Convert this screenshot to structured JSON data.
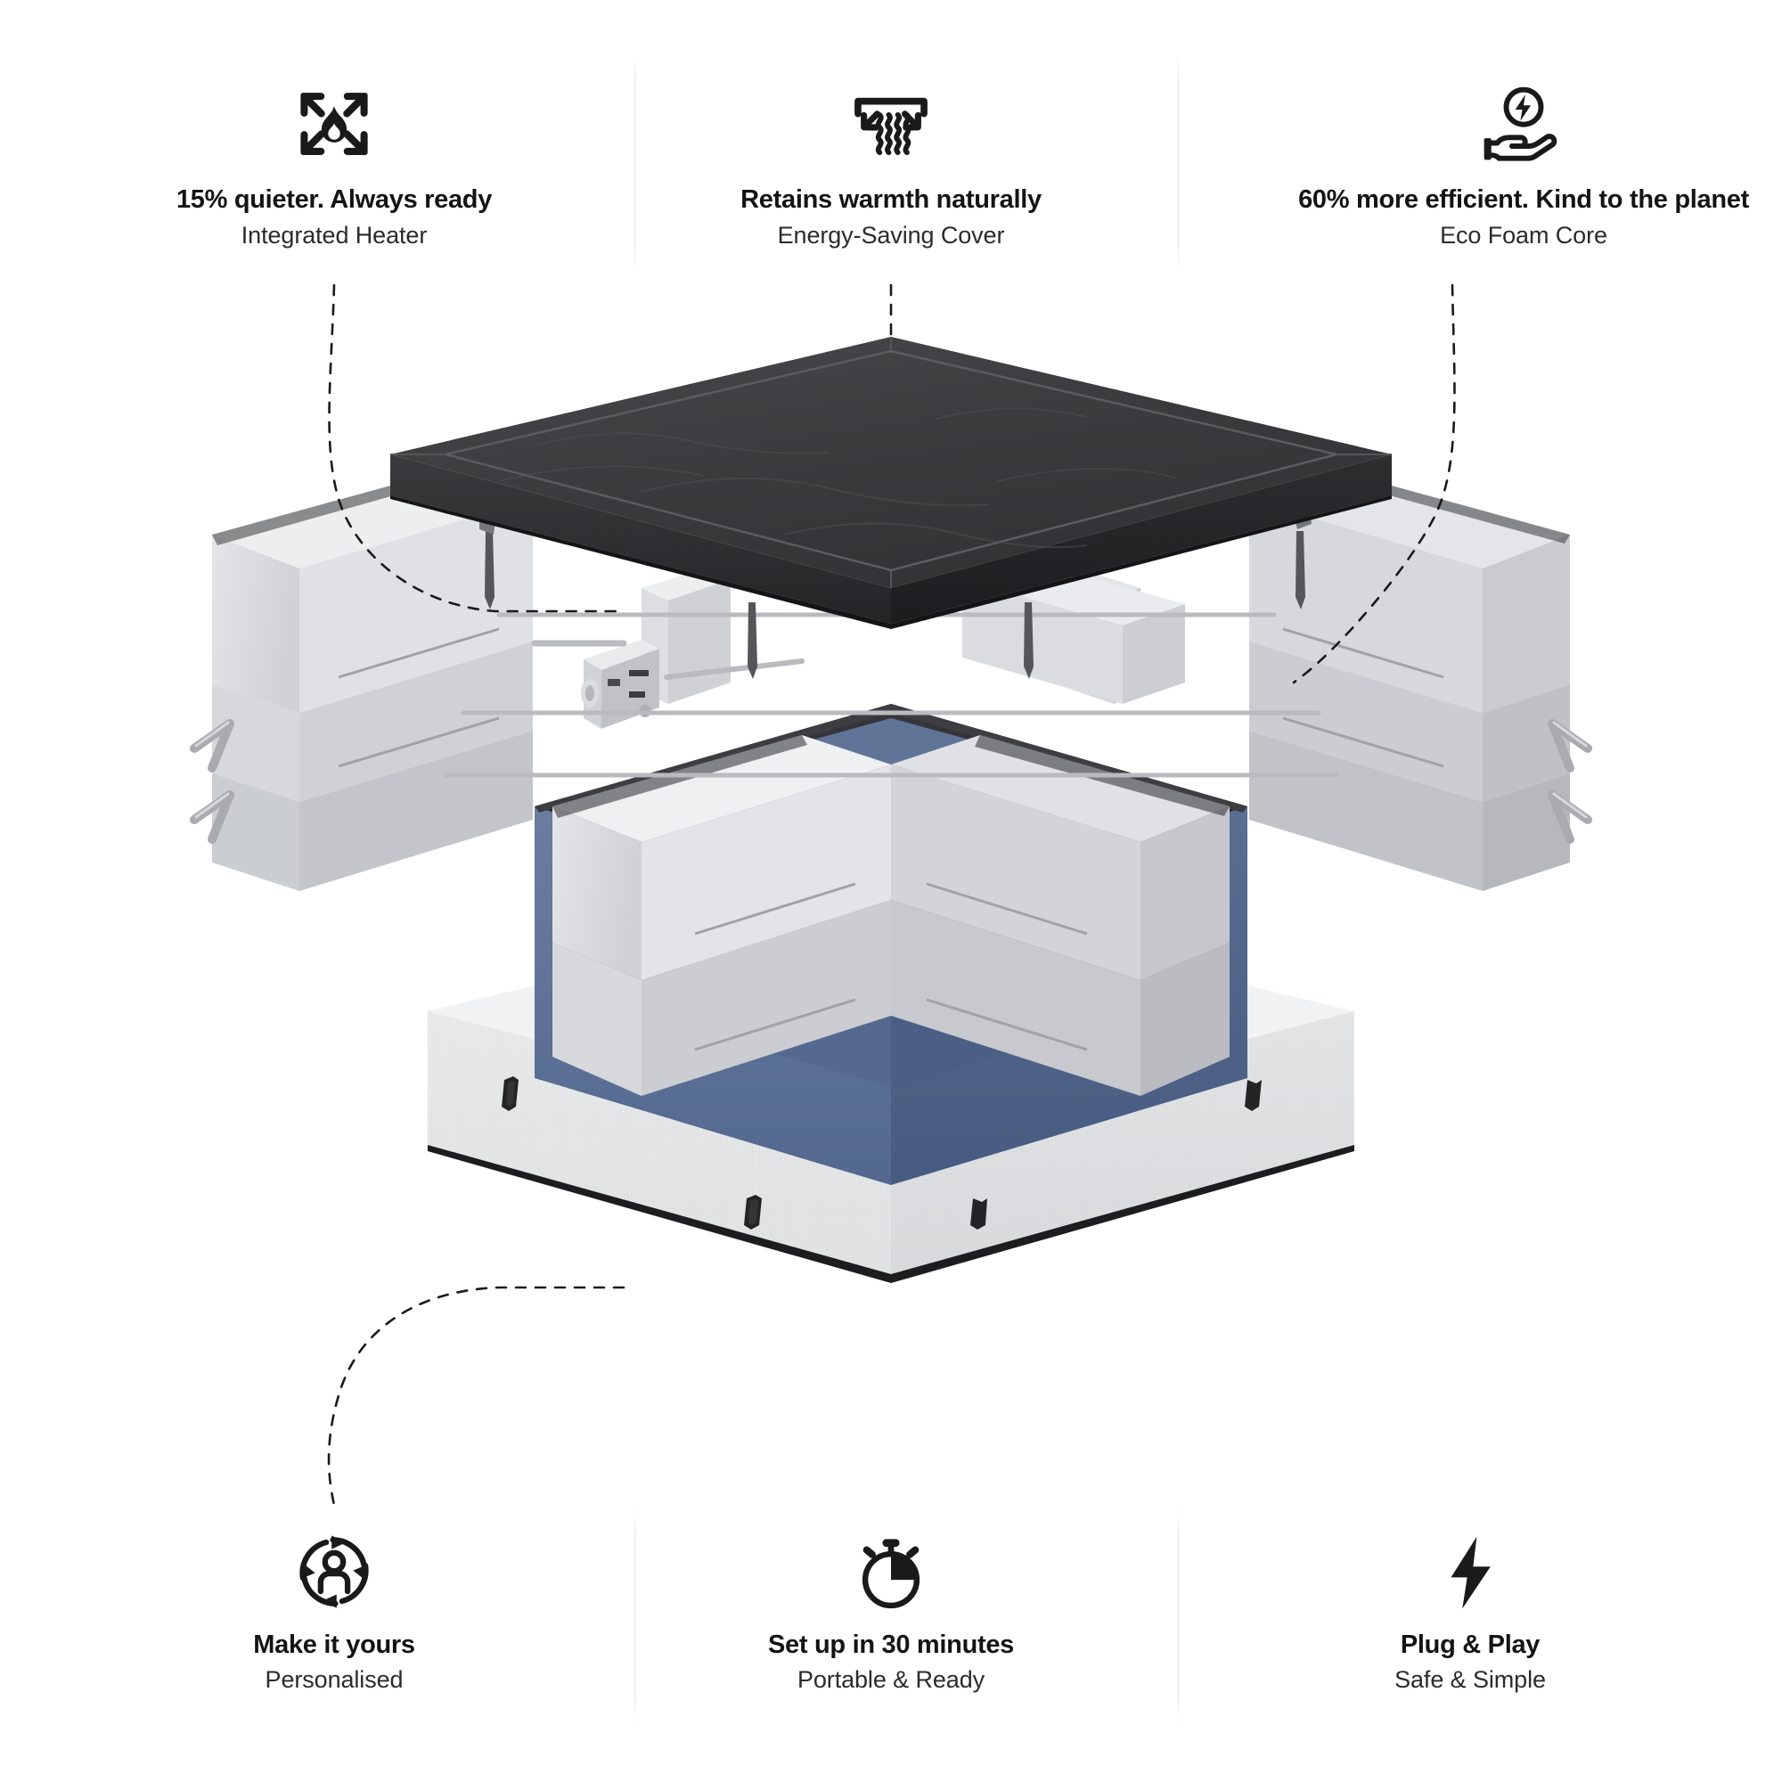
{
  "page": {
    "background": "#ffffff",
    "text_color": "#141414",
    "subtext_color": "#2b2b2b",
    "divider_color": "#e3e3e6",
    "leader_line_color": "#1a1a1a"
  },
  "features_top": [
    {
      "id": "integrated-heater",
      "icon": "flame-expand-icon",
      "headline": "15% quieter. Always ready",
      "subline": "Integrated Heater"
    },
    {
      "id": "energy-saving-cover",
      "icon": "cover-heat-retention-icon",
      "headline": "Retains warmth naturally",
      "subline": "Energy-Saving Cover"
    },
    {
      "id": "eco-foam-core",
      "icon": "hand-holding-energy-icon",
      "headline": "60% more efficient. Kind to the planet",
      "subline": "Eco Foam Core"
    }
  ],
  "features_bottom": [
    {
      "id": "personalised",
      "icon": "person-cycle-icon",
      "headline": "Make it yours",
      "subline": "Personalised"
    },
    {
      "id": "portable-ready",
      "icon": "stopwatch-icon",
      "headline": "Set up in 30 minutes",
      "subline": "Portable & Ready"
    },
    {
      "id": "safe-simple",
      "icon": "lightning-bolt-icon",
      "headline": "Plug & Play",
      "subline": "Safe & Simple"
    }
  ],
  "product": {
    "name": "exploded-hot-tub-diagram",
    "layers": [
      {
        "id": "insulated-cover",
        "label": "Energy-Saving Cover",
        "color": "#3c3c3f"
      },
      {
        "id": "foam-wall-panels",
        "label": "Eco Foam Core",
        "color": "#d9dade"
      },
      {
        "id": "water-liner",
        "label": "Liner",
        "color": "#5d7296"
      },
      {
        "id": "heater-pump-unit",
        "label": "Integrated Heater",
        "color": "#cfd1d4"
      },
      {
        "id": "fabric-base",
        "label": "Base",
        "color": "#e7e8ea"
      }
    ],
    "colors": {
      "cover_dark": "#3a3a3d",
      "cover_darker": "#242427",
      "foam_light": "#dcdde1",
      "foam_mid": "#c4c6cb",
      "foam_shade": "#a9abb1",
      "liner_blue": "#5d7296",
      "liner_blue_dark": "#4d618a",
      "rim_black": "#2a2a2c",
      "base_fabric": "#e6e7e9",
      "base_fabric_shade": "#d3d4d7",
      "metal": "#b9bbc0"
    }
  }
}
